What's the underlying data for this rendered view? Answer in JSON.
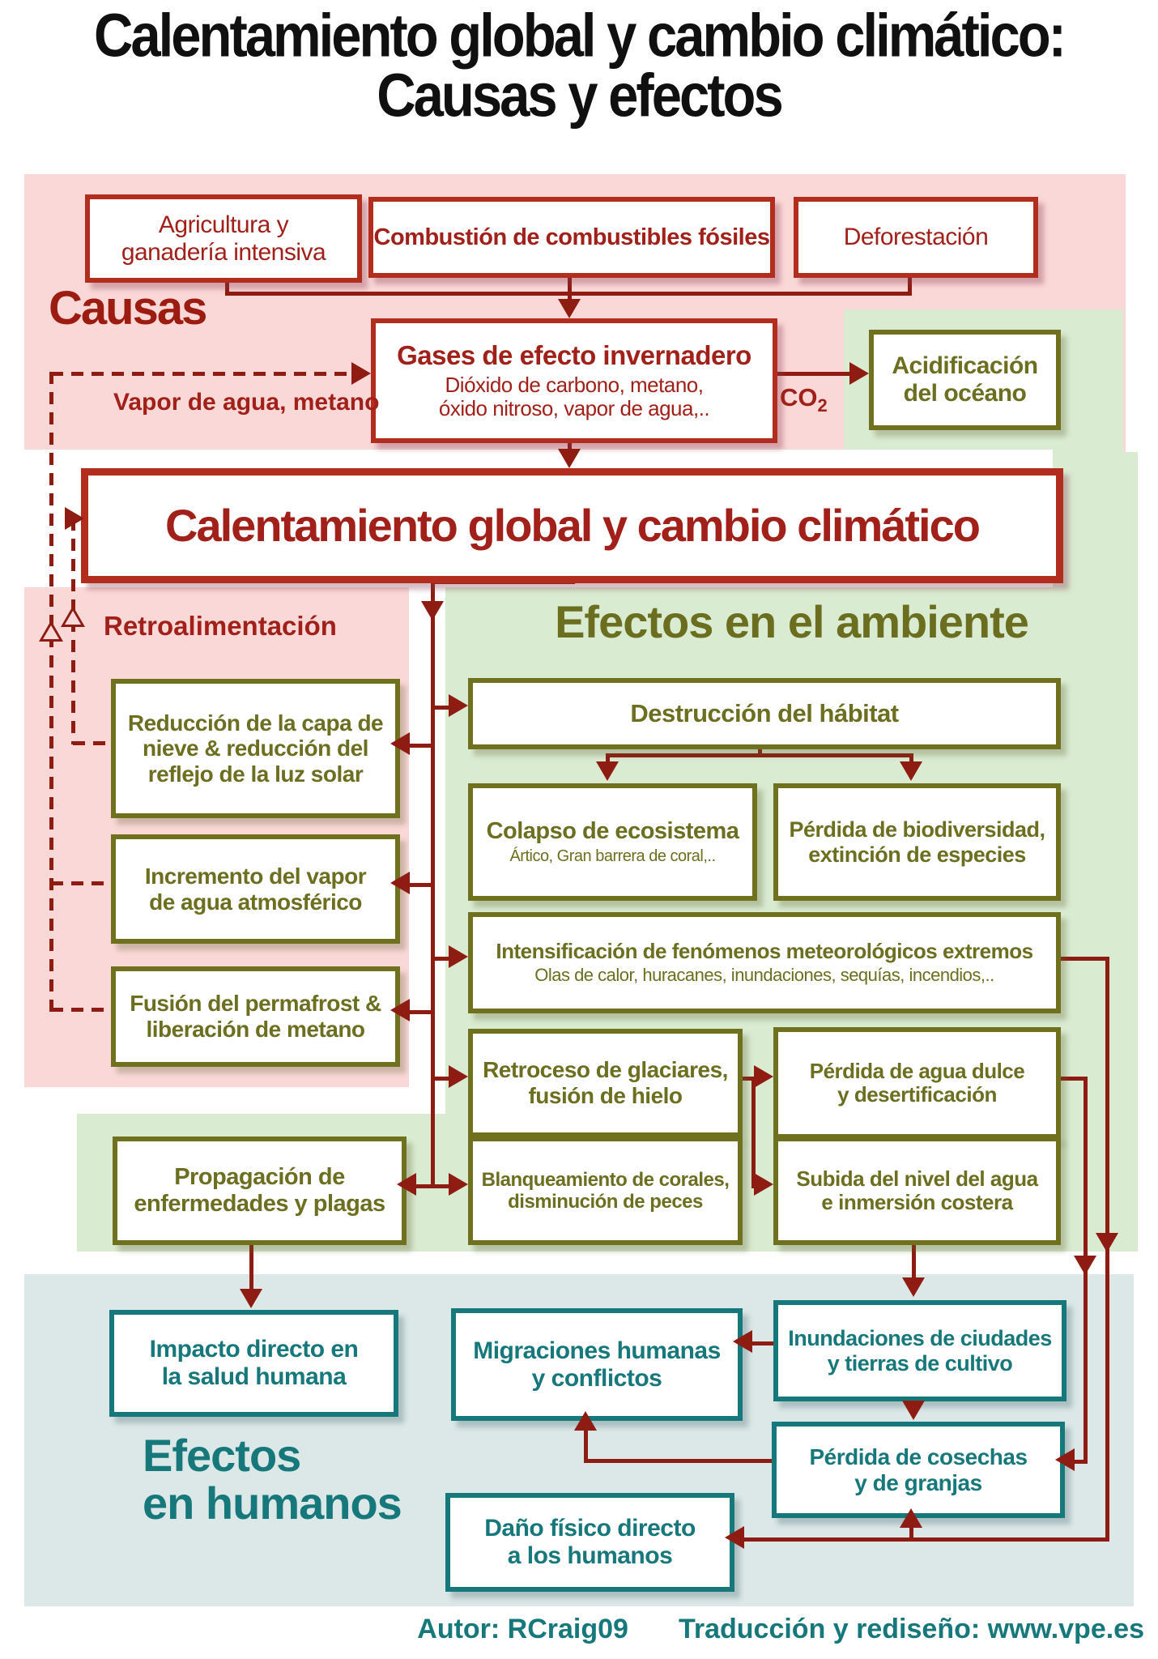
{
  "title": {
    "line1": "Calentamiento global y cambio climático:",
    "line2": "Causas y efectos"
  },
  "sections": {
    "causas": "Causas",
    "retroalimentacion": "Retroalimentación",
    "ambiente": "Efectos en el ambiente",
    "humanos_line1": "Efectos",
    "humanos_line2": "en humanos"
  },
  "labels": {
    "vapor_metano": "Vapor de agua, metano",
    "co2_base": "CO",
    "co2_sub": "2"
  },
  "nodes": {
    "agricultura": {
      "line1": "Agricultura y",
      "line2": "ganadería intensiva"
    },
    "combustion": {
      "line1": "Combustión de combustibles fósiles"
    },
    "deforestacion": {
      "line1": "Deforestación"
    },
    "gases": {
      "line1": "Gases de efecto invernadero",
      "sub1": "Dióxido de carbono, metano,",
      "sub2": "óxido nitroso, vapor de agua,.."
    },
    "acidificacion": {
      "line1": "Acidificación",
      "line2": "del océano"
    },
    "bigbox": {
      "line1": "Calentamiento global y cambio climático"
    },
    "reduccion": {
      "line1": "Reducción de la capa de",
      "line2": "nieve & reducción del",
      "line3": "reflejo de la luz solar"
    },
    "incremento": {
      "line1": "Incremento del vapor",
      "line2": "de agua atmosférico"
    },
    "fusion": {
      "line1": "Fusión del permafrost &",
      "line2": "liberación de metano"
    },
    "destruccion": {
      "line1": "Destrucción del hábitat"
    },
    "colapso": {
      "line1": "Colapso de ecosistema",
      "sub1": "Ártico, Gran barrera de coral,.."
    },
    "biodiversidad": {
      "line1": "Pérdida de biodiversidad,",
      "line2": "extinción de especies"
    },
    "intensificacion": {
      "line1": "Intensificación de fenómenos meteorológicos extremos",
      "sub1": "Olas de calor, huracanes, inundaciones, sequías, incendios,.."
    },
    "retroceso": {
      "line1": "Retroceso de glaciares,",
      "line2": "fusión de hielo"
    },
    "aguadulce": {
      "line1": "Pérdida de agua dulce",
      "line2": "y desertificación"
    },
    "blanqueamiento": {
      "line1": "Blanqueamiento de corales,",
      "line2": "disminución de peces"
    },
    "subida": {
      "line1": "Subida del nivel del agua",
      "line2": "e inmersión costera"
    },
    "propagacion": {
      "line1": "Propagación de",
      "line2": "enfermedades y plagas"
    },
    "impacto": {
      "line1": "Impacto directo en",
      "line2": "la salud humana"
    },
    "migraciones": {
      "line1": "Migraciones humanas",
      "line2": "y conflictos"
    },
    "inundaciones": {
      "line1": "Inundaciones de ciudades",
      "line2": "y tierras de cultivo"
    },
    "cosechas": {
      "line1": "Pérdida de cosechas",
      "line2": "y de granjas"
    },
    "dano": {
      "line1": "Daño físico directo",
      "line2": "a los humanos"
    }
  },
  "footer": {
    "autor": "Autor: RCraig09",
    "traduccion": "Traducción y rediseño: www.vpe.es"
  },
  "colors": {
    "pink_bg": "#fbd8d8",
    "green_bg": "#d9ebd1",
    "teal_bg": "#dce8e7",
    "red_border": "#b22d1e",
    "red_text": "#a1201a",
    "arrow_red": "#8e1c12",
    "olive": "#6c6e20",
    "teal": "#16787a",
    "title_black": "#101010"
  }
}
